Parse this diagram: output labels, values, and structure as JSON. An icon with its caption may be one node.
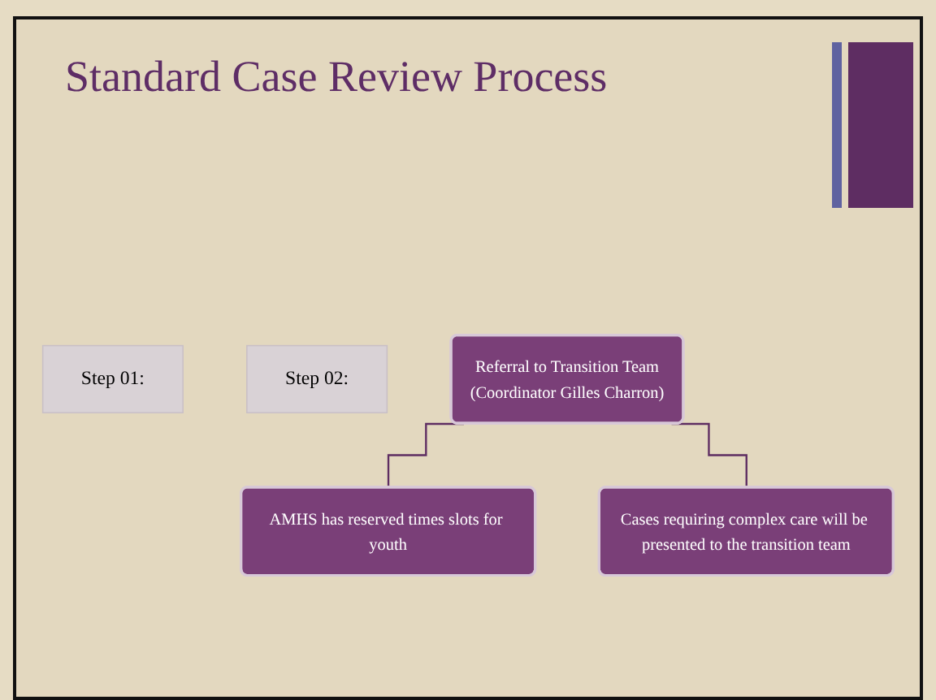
{
  "diagram": {
    "title": "Standard Case Review Process",
    "nodes": [
      {
        "text": [
          "Step 01:"
        ]
      },
      {
        "text": [
          "Step 02:"
        ]
      },
      {
        "text": [
          "Referral to Transition Team",
          "(Coordinator Gilles Charron)"
        ]
      },
      {
        "text": [
          "AMHS has reserved times slots for youth"
        ]
      },
      {
        "text": [
          "Cases requiring complex care will be presented to the transition team"
        ]
      }
    ],
    "edges": [
      {
        "from": 2,
        "to": 3,
        "arrow": "none"
      },
      {
        "from": 2,
        "to": 4,
        "arrow": "none"
      }
    ]
  }
}
